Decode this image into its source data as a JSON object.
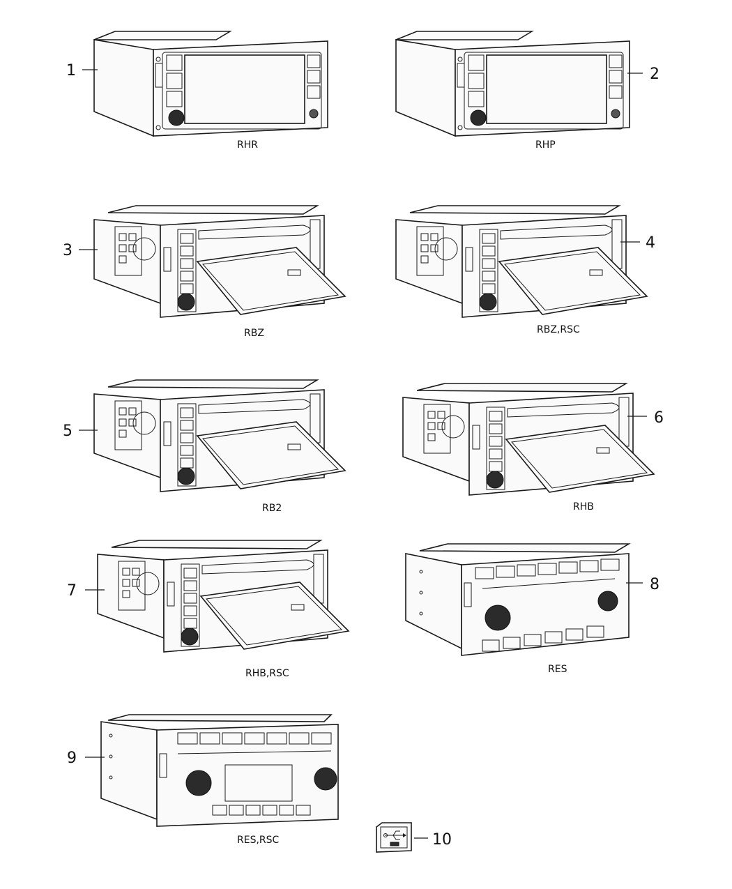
{
  "items": [
    {
      "num": "1",
      "code": "RHR"
    },
    {
      "num": "2",
      "code": "RHP"
    },
    {
      "num": "3",
      "code": "RBZ"
    },
    {
      "num": "4",
      "code": "RBZ,RSC"
    },
    {
      "num": "5",
      "code": "RB2"
    },
    {
      "num": "6",
      "code": "RHB"
    },
    {
      "num": "7",
      "code": "RHB,RSC"
    },
    {
      "num": "8",
      "code": "RES"
    },
    {
      "num": "9",
      "code": "RES,RSC"
    },
    {
      "num": "10",
      "code": ""
    }
  ]
}
